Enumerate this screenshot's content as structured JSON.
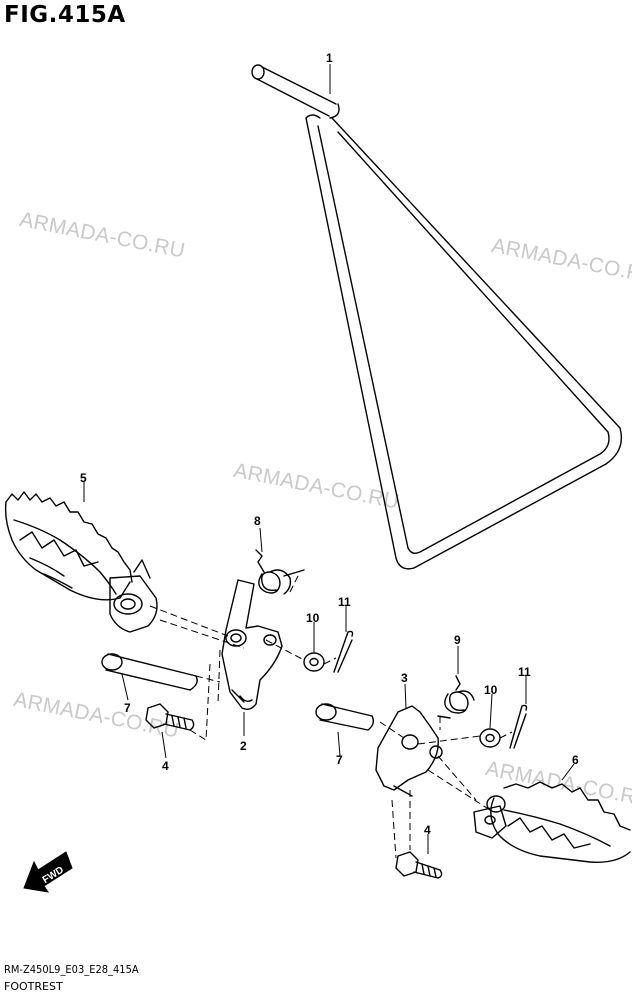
{
  "header": {
    "figure_title": "FIG.415A"
  },
  "footer": {
    "code": "RM-Z450L9_E03_E28_415A",
    "caption": "FOOTREST"
  },
  "watermarks": [
    {
      "text": "ARMADA-CO.RU"
    },
    {
      "text": "ARMADA-CO.RU"
    },
    {
      "text": "ARMADA-CO.RU"
    },
    {
      "text": "ARMADA-CO.RU"
    },
    {
      "text": "ARMADA-CO.RU"
    }
  ],
  "callouts": [
    "1",
    "2",
    "3",
    "4",
    "4",
    "5",
    "6",
    "7",
    "7",
    "8",
    "9",
    "10",
    "10",
    "11",
    "11"
  ],
  "fwd": {
    "label": "FWD"
  }
}
